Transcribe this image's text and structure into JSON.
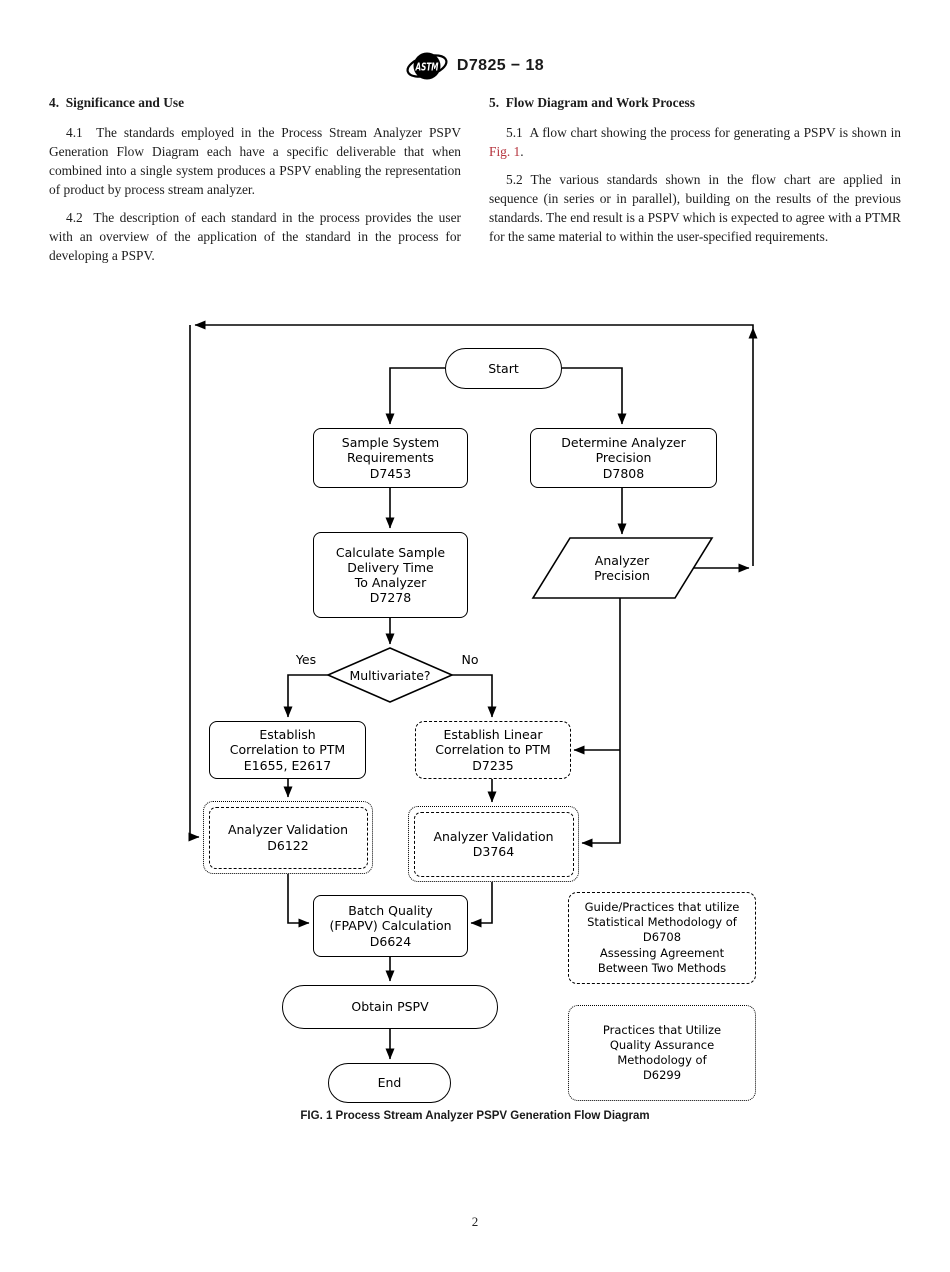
{
  "header": {
    "doc_number": "D7825 − 18"
  },
  "sections": {
    "left": {
      "heading": "4.  Significance and Use",
      "para_4_1": "4.1  The standards employed in the Process Stream Analyzer PSPV Generation Flow Diagram each have a specific deliverable that when combined into a single system produces a PSPV enabling the representation of product by process stream analyzer.",
      "para_4_2": "4.2  The description of each standard in the process provides the user with an overview of the application of the standard in the process for developing a PSPV."
    },
    "right": {
      "heading": "5.  Flow Diagram and Work Process",
      "para_5_1_before": "5.1  A flow chart showing the process for generating a PSPV is shown in ",
      "para_5_1_link": "Fig. 1",
      "para_5_1_after": ".",
      "para_5_2": "5.2 The various standards shown in the flow chart are applied in sequence (in series or in parallel), building on the results of the previous standards. The end result is a PSPV which is expected to agree with a PTMR for the same material to within the user-specified requirements."
    }
  },
  "flowchart": {
    "nodes": {
      "start": "Start",
      "sample_system": "Sample System\nRequirements\nD7453",
      "determine_analyzer": "Determine Analyzer\nPrecision\nD7808",
      "calculate_sample": "Calculate Sample\nDelivery Time\nTo Analyzer\nD7278",
      "analyzer_precision": "Analyzer\nPrecision",
      "multivariate": "Multivariate?",
      "establish_correlation": "Establish\nCorrelation to PTM\nE1655, E2617",
      "establish_linear": "Establish Linear\nCorrelation to PTM\nD7235",
      "validation_d6122": "Analyzer Validation\nD6122",
      "validation_d3764": "Analyzer Validation\nD3764",
      "batch_quality": "Batch Quality\n(FPAPV) Calculation\nD6624",
      "obtain_pspv": "Obtain PSPV",
      "end": "End",
      "legend_statistical": "Guide/Practices that utilize\nStatistical Methodology of\nD6708\nAssessing Agreement\nBetween Two Methods",
      "legend_quality": "Practices that Utilize\nQuality Assurance\nMethodology of\nD6299"
    },
    "labels": {
      "yes": "Yes",
      "no": "No"
    },
    "caption": "FIG. 1 Process Stream Analyzer PSPV Generation Flow Diagram"
  },
  "footer": {
    "page_number": "2"
  },
  "colors": {
    "link_red": "#b5323c",
    "ink": "#000000"
  }
}
